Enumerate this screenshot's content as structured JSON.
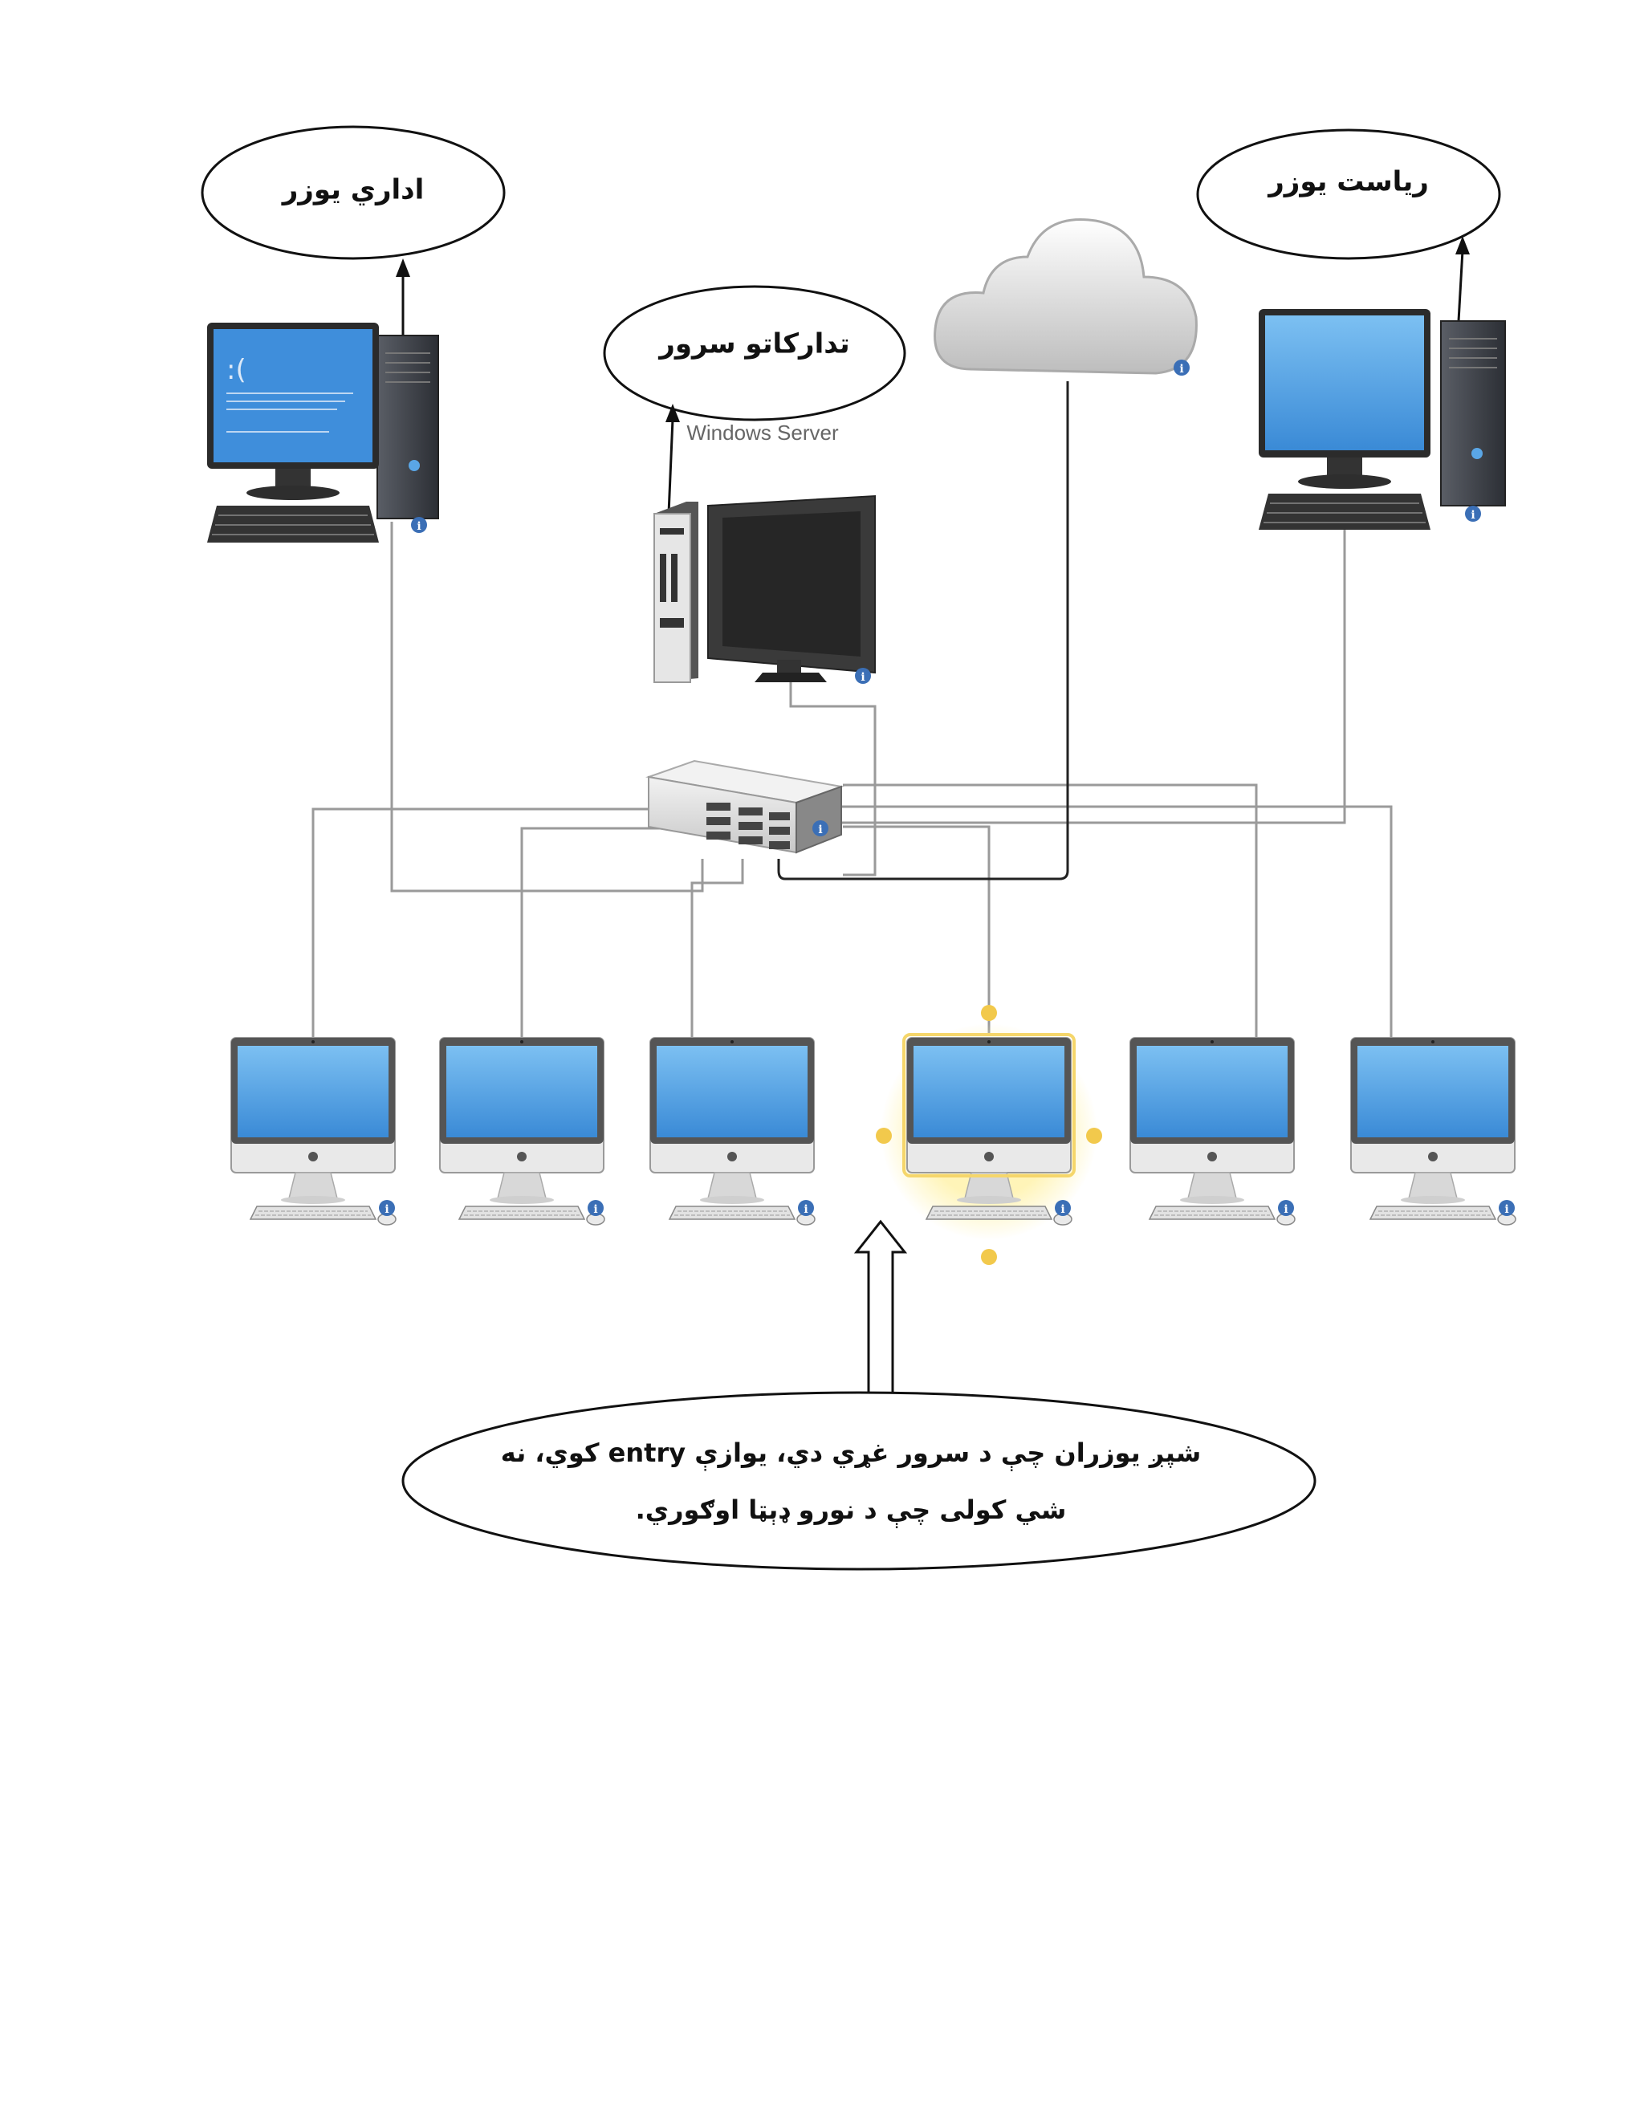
{
  "labels": {
    "admin_user": "اداري یوزر",
    "domain_controller": "تدارکاتو سرور",
    "director_user": "ریاست یوزر",
    "windows_server": "Windows Server",
    "caption_line1": "شپږ یوزران چې د سرور غړي دي، یوازې entry کوي، نه",
    "caption_line2": "شي کولی چې د نورو ډېټا اوګوري."
  },
  "icons": {
    "admin_pc": "desktop-tower-bluescreen-icon",
    "server_pc": "windows-server-tower-icon",
    "director_pc": "desktop-tower-icon",
    "cloud": "cloud-icon",
    "switch": "rack-switch-icon",
    "client": "imac-client-icon",
    "info": "info-icon"
  },
  "colors": {
    "line": "#9a9a9a",
    "internet_line": "#222222",
    "screen_blue": "#4d9fe0",
    "highlight": "#f2c94c",
    "info": "#3b6fb6"
  }
}
